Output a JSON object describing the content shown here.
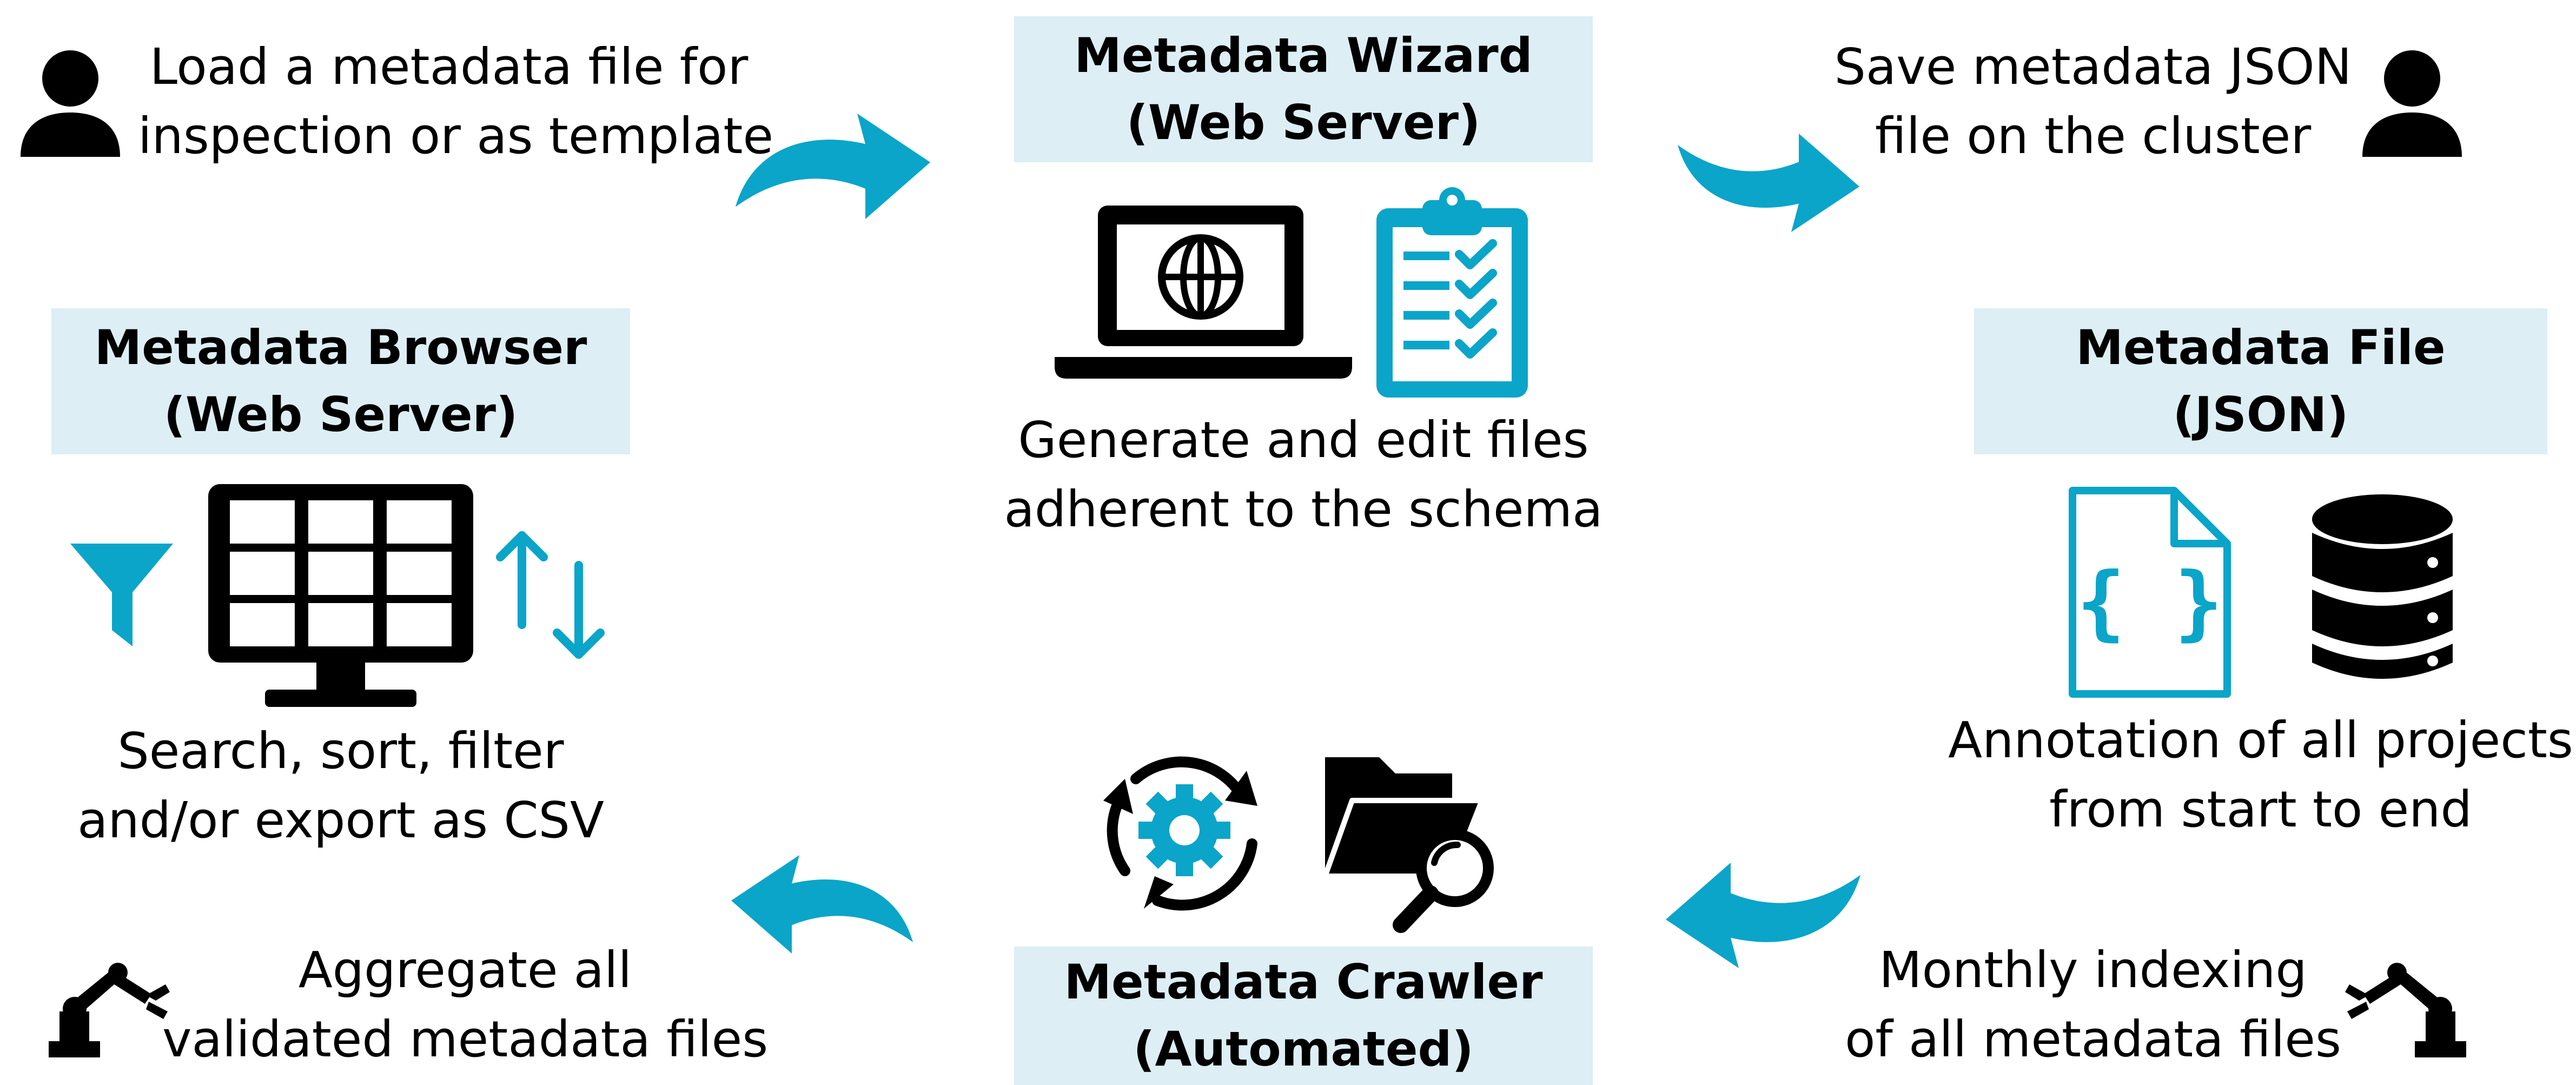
{
  "nodes": {
    "wizard": {
      "title": "Metadata Wizard",
      "subtitle": "(Web Server)",
      "description_line1": "Generate and edit files",
      "description_line2": "adherent to the schema"
    },
    "file": {
      "title": "Metadata File",
      "subtitle": "(JSON)",
      "description_line1": "Annotation of all projects",
      "description_line2": "from start to end"
    },
    "crawler": {
      "title": "Metadata Crawler",
      "subtitle": "(Automated)"
    },
    "browser": {
      "title": "Metadata Browser",
      "subtitle": "(Web Server)",
      "description_line1": "Search, sort, filter",
      "description_line2": "and/or export as CSV"
    }
  },
  "steps": {
    "load": {
      "line1": "Load a metadata file for",
      "line2": "inspection or as template",
      "actor_icon": "user-icon"
    },
    "save": {
      "line1": "Save metadata JSON",
      "line2": "file on the cluster",
      "actor_icon": "user-icon"
    },
    "index": {
      "line1": "Monthly indexing",
      "line2": "of all metadata files",
      "actor_icon": "robot-arm-icon"
    },
    "aggregate": {
      "line1": "Aggregate all",
      "line2": "validated metadata files",
      "actor_icon": "robot-arm-icon"
    }
  },
  "colors": {
    "accent": "#0aa5c9",
    "box_fill": "#ddeef5",
    "ink": "#000000"
  }
}
